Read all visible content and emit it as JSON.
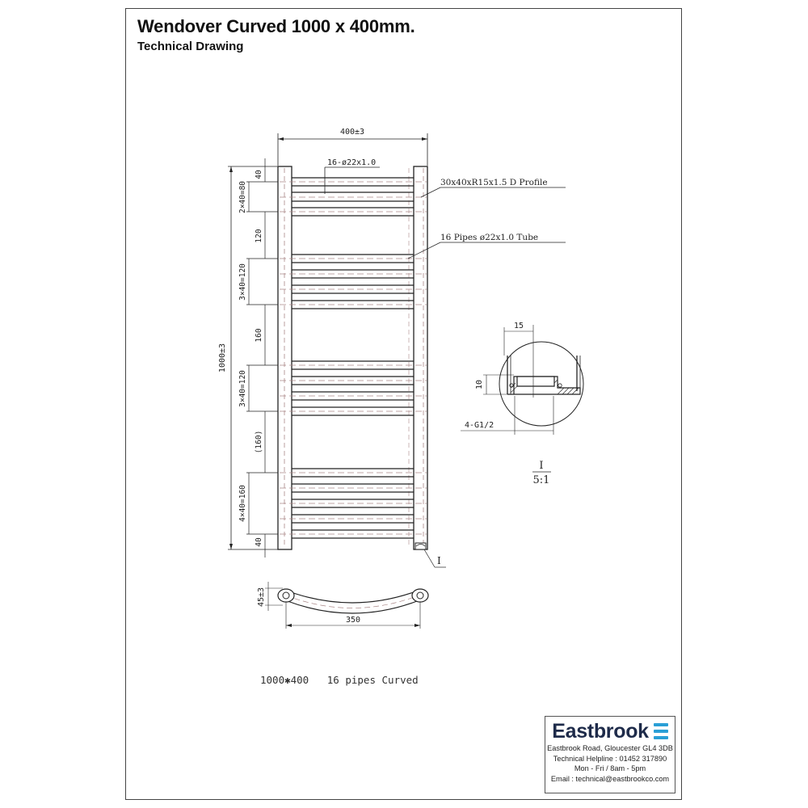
{
  "header": {
    "title": "Wendover Curved 1000 x 400mm.",
    "subtitle": "Technical Drawing"
  },
  "drawing": {
    "front_view": {
      "width_dim": "400±3",
      "height_dim": "1000±3",
      "pipe_callout": "16-ø22x1.0",
      "left_dims": [
        "40",
        "2×40=80",
        "120",
        "3×40=120",
        "160",
        "3×40=120",
        "(160)",
        "4×40=160",
        "40"
      ],
      "profile_label": "30x40xR15x1.5 D Profile",
      "pipes_label": "16 Pipes ø22x1.0 Tube",
      "detail_marker": "I"
    },
    "detail_view": {
      "dim_top": "15",
      "dim_side": "10",
      "thread_label": "4-G1/2",
      "detail_id": "I",
      "scale": "5:1"
    },
    "side_view": {
      "depth_dim": "45±3",
      "centers_dim": "350"
    },
    "caption": "1000✱400   16 pipes Curved"
  },
  "logo": {
    "name": "Eastbrook",
    "icon": "wave-stripes-icon",
    "brand_color": "#1e2b4a",
    "accent_color": "#2a9fd6",
    "address": "Eastbrook Road, Gloucester GL4 3DB",
    "helpline": "Technical Helpline : 01452 317890",
    "hours": "Mon - Fri / 8am - 5pm",
    "email": "Email : technical@eastbrookco.com"
  }
}
